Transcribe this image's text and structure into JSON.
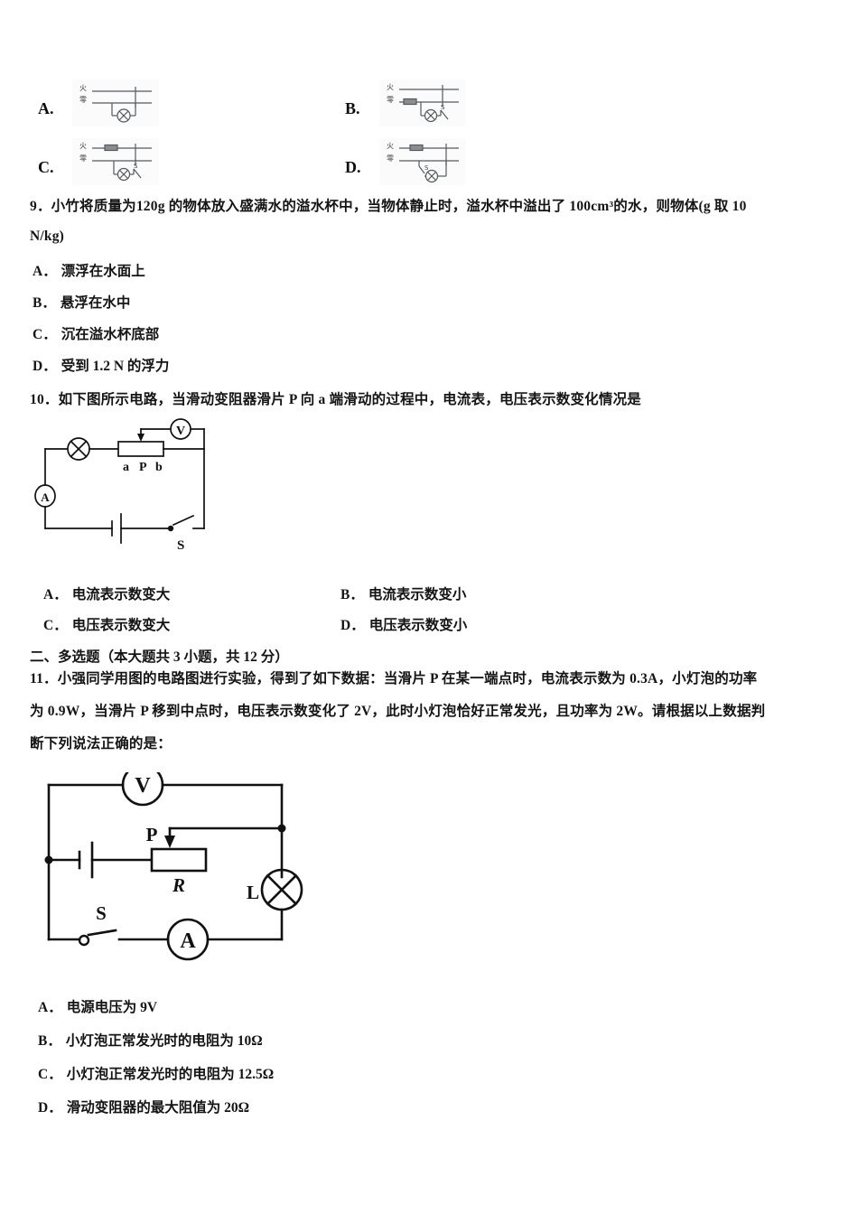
{
  "document": {
    "type": "physics-exam-page",
    "language": "zh-CN"
  },
  "q8_picture_options": [
    {
      "letter": "A.",
      "live_label": "火",
      "neutral_label": "零",
      "has_fuse": false,
      "has_switch": false,
      "switch_label": "",
      "lamp": "lamp-icon"
    },
    {
      "letter": "B.",
      "live_label": "火",
      "neutral_label": "零",
      "has_fuse": true,
      "has_switch": true,
      "switch_label": "S",
      "lamp": "lamp-icon"
    },
    {
      "letter": "C.",
      "live_label": "火",
      "neutral_label": "零",
      "has_fuse": true,
      "has_switch": true,
      "switch_label": "S",
      "lamp": "lamp-icon"
    },
    {
      "letter": "D.",
      "live_label": "火",
      "neutral_label": "零",
      "has_fuse": true,
      "has_switch": true,
      "switch_label": "S",
      "lamp": "lamp-icon"
    }
  ],
  "question9": {
    "stem_line1": "9．小竹将质量为120g 的物体放入盛满水的溢水杯中，当物体静止时，溢水杯中溢出了 100cm³的水，则物体(g 取 10",
    "stem_line2": "N/kg)",
    "options": [
      {
        "letter": "A．",
        "text": "漂浮在水面上"
      },
      {
        "letter": "B．",
        "text": "悬浮在水中"
      },
      {
        "letter": "C．",
        "text": "沉在溢水杯底部"
      },
      {
        "letter": "D．",
        "text": "受到 1.2 N 的浮力"
      }
    ]
  },
  "question10": {
    "stem": "10．如下图所示电路，当滑动变阻器滑片 P 向 a 端滑动的过程中，电流表，电压表示数变化情况是",
    "figure": {
      "rheostat_terminal_left": "a",
      "rheostat_slider": "P",
      "rheostat_terminal_right": "b",
      "voltmeter": "V",
      "ammeter": "A",
      "switch": "S"
    },
    "options": [
      {
        "letter": "A．",
        "text": "电流表示数变大"
      },
      {
        "letter": "B．",
        "text": "电流表示数变小"
      },
      {
        "letter": "C．",
        "text": "电压表示数变大"
      },
      {
        "letter": "D．",
        "text": "电压表示数变小"
      }
    ]
  },
  "section2": {
    "heading": "二、多选题（本大题共 3 小题，共 12 分）"
  },
  "question11": {
    "stem_line1": "11．小强同学用图的电路图进行实验，得到了如下数据：当滑片 P 在某一端点时，电流表示数为 0.3A，小灯泡的功率",
    "stem_line2": "为 0.9W，当滑片 P 移到中点时，电压表示数变化了 2V，此时小灯泡恰好正常发光，且功率为 2W。请根据以上数据判",
    "stem_line3": "断下列说法正确的是：",
    "figure": {
      "voltmeter": "V",
      "ammeter": "A",
      "rheostat_slider": "P",
      "rheostat": "R",
      "lamp": "L",
      "switch": "S"
    },
    "options": [
      {
        "letter": "A．",
        "text": "电源电压为 9V"
      },
      {
        "letter": "B．",
        "text": "小灯泡正常发光时的电阻为 10Ω"
      },
      {
        "letter": "C．",
        "text": "小灯泡正常发光时的电阻为 12.5Ω"
      },
      {
        "letter": "D．",
        "text": "滑动变阻器的最大阻值为 20Ω"
      }
    ]
  },
  "colors": {
    "page_background": "#ffffff",
    "text": "#141414",
    "line": "#1a1a1a",
    "thumb_background": "#fbfbfb"
  }
}
